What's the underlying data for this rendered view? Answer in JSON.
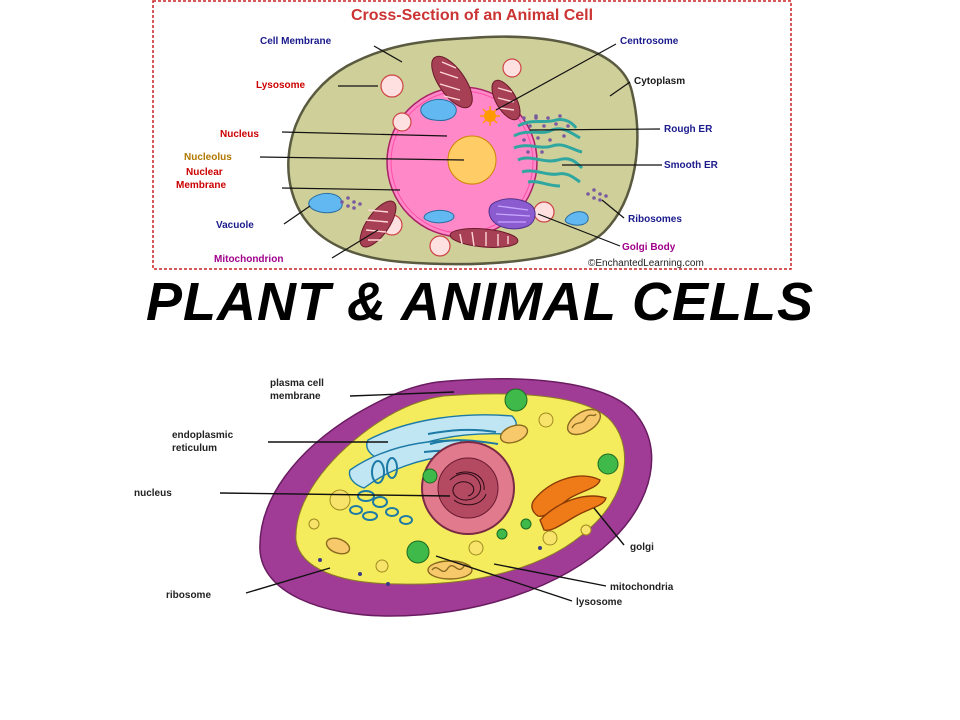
{
  "slide": {
    "title": "PLANT & ANIMAL CELLS"
  },
  "diagram_top": {
    "title": "Cross-Section of an Animal Cell",
    "credit": "©EnchantedLearning.com",
    "labels": {
      "cell_membrane": "Cell Membrane",
      "lysosome": "Lysosome",
      "nucleus": "Nucleus",
      "nucleolus": "Nucleolus",
      "nuclear_membrane_1": "Nuclear",
      "nuclear_membrane_2": "Membrane",
      "vacuole": "Vacuole",
      "mitochondrion": "Mitochondrion",
      "centrosome": "Centrosome",
      "cytoplasm": "Cytoplasm",
      "rough_er": "Rough ER",
      "smooth_er": "Smooth ER",
      "ribosomes": "Ribosomes",
      "golgi_body": "Golgi Body"
    },
    "colors": {
      "border": "#cc2222",
      "title": "#cc3333",
      "cytoplasm": "#cfcf9a",
      "nucleus": "#ff88c8",
      "nucleolus": "#ffcc66",
      "label_blue": "#1a1a8c",
      "label_red": "#cc0000",
      "label_orange": "#b07800",
      "label_purple": "#a0008c"
    }
  },
  "diagram_bottom": {
    "labels": {
      "plasma_1": "plasma cell",
      "plasma_2": "membrane",
      "er_1": "endoplasmic",
      "er_2": "reticulum",
      "nucleus": "nucleus",
      "ribosome": "ribosome",
      "golgi": "golgi",
      "mitochondria": "mitochondria",
      "lysosome": "lysosome"
    },
    "colors": {
      "membrane": "#a03c96",
      "cytoplasm": "#f4ec5c",
      "nucleus": "#e27a8e"
    }
  }
}
